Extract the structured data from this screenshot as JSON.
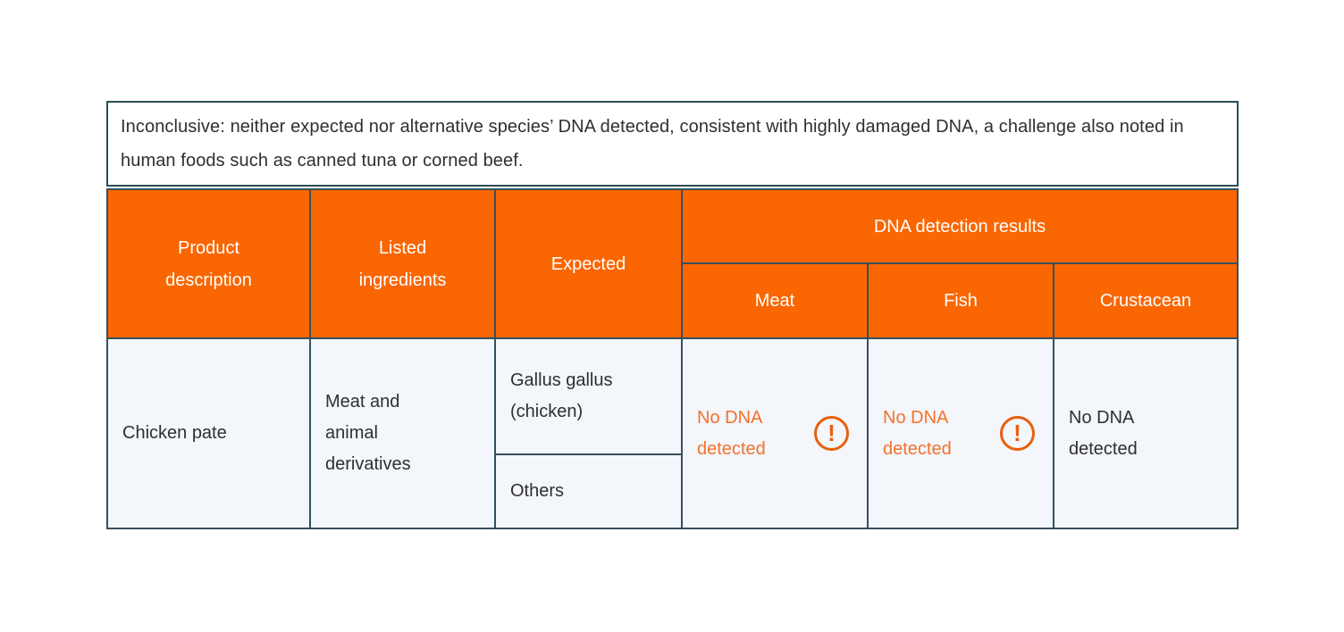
{
  "note": {
    "text": "Inconclusive: neither expected nor alternative species’ DNA detected, consistent with highly damaged DNA, a challenge also noted in human foods such as canned tuna or corned beef."
  },
  "table": {
    "headers": {
      "product_description": "Product description",
      "listed_ingredients": "Listed ingredients",
      "expected": "Expected",
      "dna_detection_results": "DNA detection results",
      "meat": "Meat",
      "fish": "Fish",
      "crustacean": "Crustacean"
    },
    "row": {
      "product_description": "Chicken pate",
      "listed_ingredients": "Meat and animal derivatives",
      "expected_species": "Gallus gallus (chicken)",
      "expected_other": "Others",
      "meat_result": "No DNA detected",
      "fish_result": "No DNA detected",
      "crustacean_result": "No DNA detected"
    },
    "warning_icon_glyph": "!"
  },
  "colors": {
    "header_background": "#fa6602",
    "result_warning_text": "#f4722b",
    "warning_icon": "#e95f0d",
    "table_border": "#35505c",
    "cell_background": "#f3f6fa",
    "note_border": "#2f4c59",
    "body_text": "#2f2f2f"
  }
}
